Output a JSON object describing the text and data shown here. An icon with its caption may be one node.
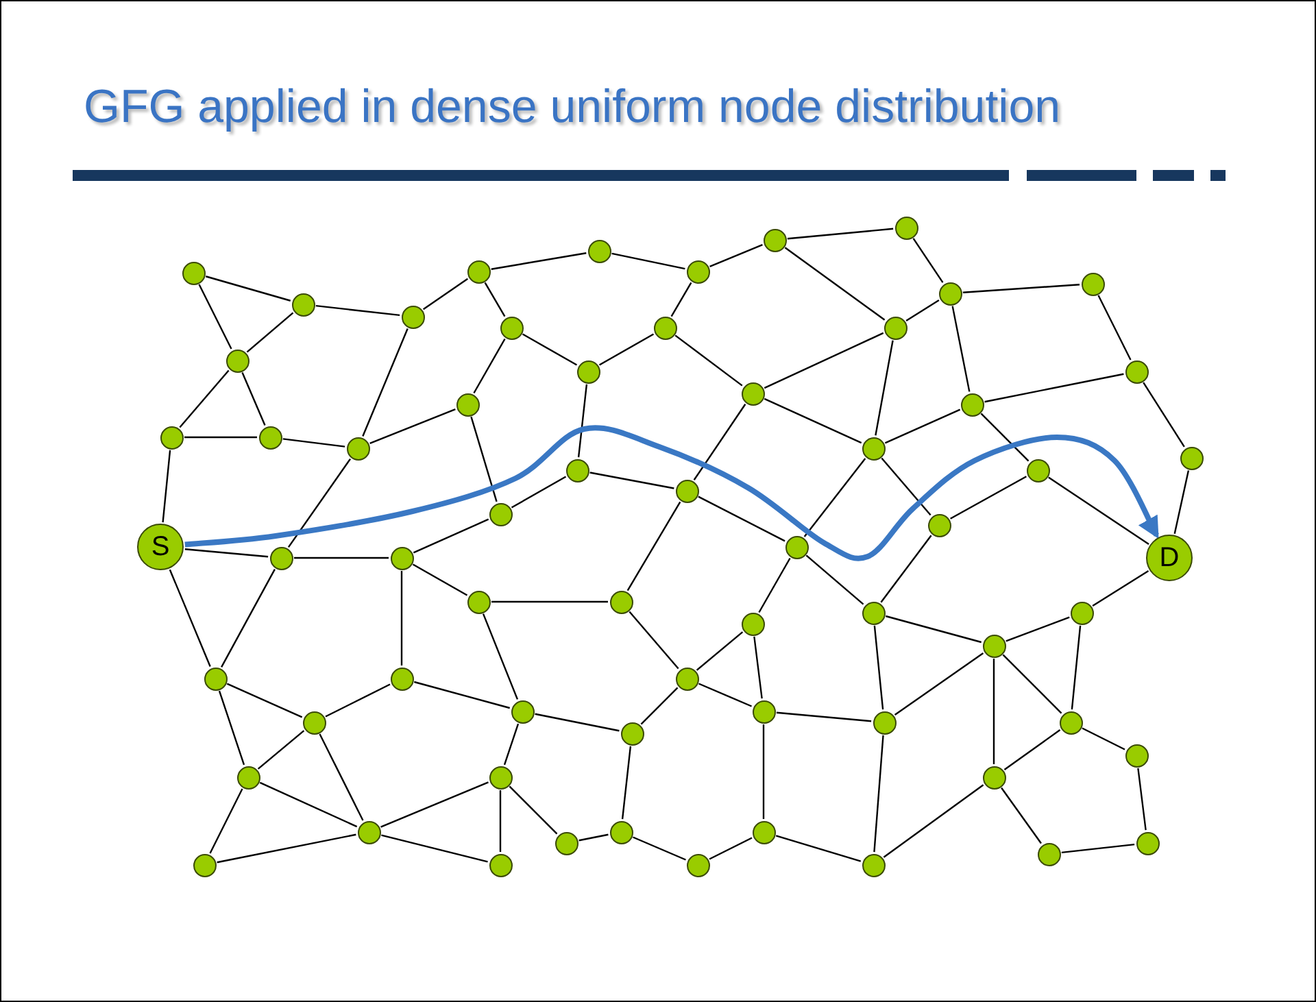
{
  "diagram": {
    "title": "GFG applied in dense uniform node distribution",
    "nodes": [
      {
        "text": [],
        "shape": "circle"
      },
      {
        "text": [],
        "shape": "circle"
      },
      {
        "text": [],
        "shape": "circle"
      },
      {
        "text": [],
        "shape": "circle"
      },
      {
        "text": [],
        "shape": "circle"
      },
      {
        "text": [],
        "shape": "circle"
      },
      {
        "text": [],
        "shape": "circle"
      },
      {
        "text": [],
        "shape": "circle"
      },
      {
        "text": [],
        "shape": "circle"
      },
      {
        "text": [],
        "shape": "circle"
      },
      {
        "text": [],
        "shape": "circle"
      },
      {
        "text": [],
        "shape": "circle"
      },
      {
        "text": [],
        "shape": "circle"
      },
      {
        "text": [],
        "shape": "circle"
      },
      {
        "text": [],
        "shape": "circle"
      },
      {
        "text": [],
        "shape": "circle"
      },
      {
        "text": [],
        "shape": "circle"
      },
      {
        "text": [],
        "shape": "circle"
      },
      {
        "text": [],
        "shape": "circle"
      },
      {
        "text": [],
        "shape": "circle"
      },
      {
        "text": [],
        "shape": "circle"
      },
      {
        "text": [],
        "shape": "circle"
      },
      {
        "text": [],
        "shape": "circle"
      },
      {
        "text": [],
        "shape": "circle"
      },
      {
        "text": [],
        "shape": "circle"
      },
      {
        "text": [],
        "shape": "circle"
      },
      {
        "text": [],
        "shape": "circle"
      },
      {
        "text": [],
        "shape": "circle"
      },
      {
        "text": [],
        "shape": "circle"
      },
      {
        "text": [
          "S"
        ]
      },
      {
        "text": [],
        "shape": "circle"
      },
      {
        "text": [],
        "shape": "circle"
      },
      {
        "text": [],
        "shape": "circle"
      },
      {
        "text": [
          "D"
        ]
      },
      {
        "text": [],
        "shape": "circle"
      },
      {
        "text": [],
        "shape": "circle"
      },
      {
        "text": [],
        "shape": "circle"
      },
      {
        "text": [],
        "shape": "circle"
      },
      {
        "text": [],
        "shape": "circle"
      },
      {
        "text": [],
        "shape": "circle"
      },
      {
        "text": [],
        "shape": "circle"
      },
      {
        "text": [],
        "shape": "circle"
      },
      {
        "text": [],
        "shape": "circle"
      },
      {
        "text": [],
        "shape": "circle"
      },
      {
        "text": [],
        "shape": "circle"
      },
      {
        "text": [],
        "shape": "circle"
      },
      {
        "text": [],
        "shape": "circle"
      },
      {
        "text": [],
        "shape": "circle"
      },
      {
        "text": [],
        "shape": "circle"
      },
      {
        "text": [],
        "shape": "circle"
      },
      {
        "text": [],
        "shape": "circle"
      },
      {
        "text": [],
        "shape": "circle"
      },
      {
        "text": [],
        "shape": "circle"
      },
      {
        "text": [],
        "shape": "circle"
      },
      {
        "text": [],
        "shape": "circle"
      },
      {
        "text": [],
        "shape": "circle"
      },
      {
        "text": [],
        "shape": "circle"
      },
      {
        "text": [],
        "shape": "circle"
      },
      {
        "text": [],
        "shape": "circle"
      },
      {
        "text": [],
        "shape": "circle"
      },
      {
        "text": [],
        "shape": "circle"
      },
      {
        "text": [],
        "shape": "circle"
      },
      {
        "text": [],
        "shape": "circle"
      }
    ],
    "edges": [
      {
        "from": 0,
        "to": 1,
        "arrow": "none"
      },
      {
        "from": 0,
        "to": 10,
        "arrow": "none"
      },
      {
        "from": 1,
        "to": 10,
        "arrow": "none"
      },
      {
        "from": 1,
        "to": 2,
        "arrow": "none"
      },
      {
        "from": 2,
        "to": 3,
        "arrow": "none"
      },
      {
        "from": 3,
        "to": 11,
        "arrow": "none"
      },
      {
        "from": 11,
        "to": 17,
        "arrow": "none"
      },
      {
        "from": 11,
        "to": 14,
        "arrow": "none"
      },
      {
        "from": 10,
        "to": 19,
        "arrow": "none"
      },
      {
        "from": 10,
        "to": 20,
        "arrow": "none"
      },
      {
        "from": 19,
        "to": 20,
        "arrow": "none"
      },
      {
        "from": 20,
        "to": 21,
        "arrow": "none"
      },
      {
        "from": 2,
        "to": 21,
        "arrow": "none"
      },
      {
        "from": 21,
        "to": 17,
        "arrow": "none"
      },
      {
        "from": 21,
        "to": 30,
        "arrow": "none"
      },
      {
        "from": 17,
        "to": 26,
        "arrow": "none"
      },
      {
        "from": 26,
        "to": 24,
        "arrow": "none"
      },
      {
        "from": 19,
        "to": 29,
        "arrow": "none"
      },
      {
        "from": 26,
        "to": 31,
        "arrow": "none"
      },
      {
        "from": 3,
        "to": 4,
        "arrow": "none"
      },
      {
        "from": 4,
        "to": 5,
        "arrow": "none"
      },
      {
        "from": 5,
        "to": 6,
        "arrow": "none"
      },
      {
        "from": 6,
        "to": 7,
        "arrow": "none"
      },
      {
        "from": 5,
        "to": 12,
        "arrow": "none"
      },
      {
        "from": 12,
        "to": 14,
        "arrow": "none"
      },
      {
        "from": 12,
        "to": 16,
        "arrow": "none"
      },
      {
        "from": 6,
        "to": 13,
        "arrow": "none"
      },
      {
        "from": 13,
        "to": 8,
        "arrow": "none"
      },
      {
        "from": 7,
        "to": 8,
        "arrow": "none"
      },
      {
        "from": 13,
        "to": 16,
        "arrow": "none"
      },
      {
        "from": 13,
        "to": 22,
        "arrow": "none"
      },
      {
        "from": 16,
        "to": 22,
        "arrow": "none"
      },
      {
        "from": 16,
        "to": 27,
        "arrow": "none"
      },
      {
        "from": 14,
        "to": 24,
        "arrow": "none"
      },
      {
        "from": 24,
        "to": 27,
        "arrow": "none"
      },
      {
        "from": 27,
        "to": 32,
        "arrow": "none"
      },
      {
        "from": 22,
        "to": 32,
        "arrow": "none"
      },
      {
        "from": 22,
        "to": 28,
        "arrow": "none"
      },
      {
        "from": 22,
        "to": 18,
        "arrow": "none"
      },
      {
        "from": 27,
        "to": 35,
        "arrow": "none"
      },
      {
        "from": 8,
        "to": 9,
        "arrow": "none"
      },
      {
        "from": 8,
        "to": 18,
        "arrow": "none"
      },
      {
        "from": 9,
        "to": 15,
        "arrow": "none"
      },
      {
        "from": 18,
        "to": 15,
        "arrow": "none"
      },
      {
        "from": 15,
        "to": 23,
        "arrow": "none"
      },
      {
        "from": 23,
        "to": 33,
        "arrow": "none"
      },
      {
        "from": 18,
        "to": 25,
        "arrow": "none"
      },
      {
        "from": 25,
        "to": 33,
        "arrow": "none"
      },
      {
        "from": 25,
        "to": 28,
        "arrow": "none"
      },
      {
        "from": 33,
        "to": 37,
        "arrow": "none"
      },
      {
        "from": 29,
        "to": 30,
        "arrow": "none"
      },
      {
        "from": 30,
        "to": 31,
        "arrow": "none"
      },
      {
        "from": 29,
        "to": 40,
        "arrow": "none"
      },
      {
        "from": 30,
        "to": 40,
        "arrow": "none"
      },
      {
        "from": 31,
        "to": 34,
        "arrow": "none"
      },
      {
        "from": 31,
        "to": 41,
        "arrow": "none"
      },
      {
        "from": 34,
        "to": 35,
        "arrow": "none"
      },
      {
        "from": 34,
        "to": 44,
        "arrow": "none"
      },
      {
        "from": 41,
        "to": 44,
        "arrow": "none"
      },
      {
        "from": 41,
        "to": 43,
        "arrow": "none"
      },
      {
        "from": 40,
        "to": 43,
        "arrow": "none"
      },
      {
        "from": 40,
        "to": 50,
        "arrow": "none"
      },
      {
        "from": 43,
        "to": 50,
        "arrow": "none"
      },
      {
        "from": 43,
        "to": 53,
        "arrow": "none"
      },
      {
        "from": 50,
        "to": 53,
        "arrow": "none"
      },
      {
        "from": 50,
        "to": 57,
        "arrow": "none"
      },
      {
        "from": 57,
        "to": 53,
        "arrow": "none"
      },
      {
        "from": 53,
        "to": 51,
        "arrow": "none"
      },
      {
        "from": 53,
        "to": 58,
        "arrow": "none"
      },
      {
        "from": 51,
        "to": 58,
        "arrow": "none"
      },
      {
        "from": 51,
        "to": 54,
        "arrow": "none"
      },
      {
        "from": 44,
        "to": 51,
        "arrow": "none"
      },
      {
        "from": 44,
        "to": 48,
        "arrow": "none"
      },
      {
        "from": 35,
        "to": 42,
        "arrow": "none"
      },
      {
        "from": 42,
        "to": 38,
        "arrow": "none"
      },
      {
        "from": 38,
        "to": 32,
        "arrow": "none"
      },
      {
        "from": 32,
        "to": 36,
        "arrow": "none"
      },
      {
        "from": 36,
        "to": 28,
        "arrow": "none"
      },
      {
        "from": 36,
        "to": 39,
        "arrow": "none"
      },
      {
        "from": 42,
        "to": 48,
        "arrow": "none"
      },
      {
        "from": 42,
        "to": 45,
        "arrow": "none"
      },
      {
        "from": 38,
        "to": 45,
        "arrow": "none"
      },
      {
        "from": 45,
        "to": 46,
        "arrow": "none"
      },
      {
        "from": 36,
        "to": 46,
        "arrow": "none"
      },
      {
        "from": 46,
        "to": 39,
        "arrow": "none"
      },
      {
        "from": 48,
        "to": 55,
        "arrow": "none"
      },
      {
        "from": 54,
        "to": 55,
        "arrow": "none"
      },
      {
        "from": 55,
        "to": 59,
        "arrow": "none"
      },
      {
        "from": 59,
        "to": 56,
        "arrow": "none"
      },
      {
        "from": 45,
        "to": 56,
        "arrow": "none"
      },
      {
        "from": 56,
        "to": 60,
        "arrow": "none"
      },
      {
        "from": 46,
        "to": 60,
        "arrow": "none"
      },
      {
        "from": 60,
        "to": 52,
        "arrow": "none"
      },
      {
        "from": 37,
        "to": 39,
        "arrow": "none"
      },
      {
        "from": 39,
        "to": 47,
        "arrow": "none"
      },
      {
        "from": 37,
        "to": 47,
        "arrow": "none"
      },
      {
        "from": 39,
        "to": 52,
        "arrow": "none"
      },
      {
        "from": 47,
        "to": 52,
        "arrow": "none"
      },
      {
        "from": 47,
        "to": 49,
        "arrow": "none"
      },
      {
        "from": 49,
        "to": 62,
        "arrow": "none"
      },
      {
        "from": 52,
        "to": 61,
        "arrow": "none"
      },
      {
        "from": 61,
        "to": 62,
        "arrow": "none"
      },
      {
        "from": 29,
        "to": 33,
        "arrow": "to",
        "style": "thick",
        "color": "#3a78c4"
      }
    ]
  }
}
